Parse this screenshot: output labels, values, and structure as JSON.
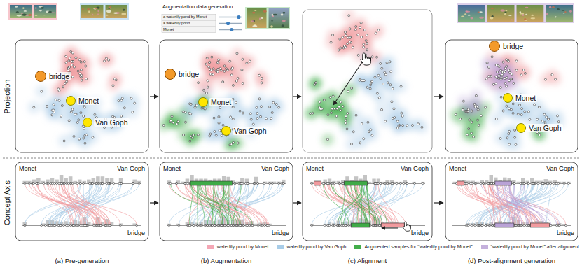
{
  "diagram": {
    "nodes": [
      {
        "text": [
          "bridge"
        ]
      },
      {
        "text": [
          "Monet"
        ]
      },
      {
        "text": [
          "Van Goph"
        ]
      },
      {
        "text": [
          "bridge"
        ]
      },
      {
        "text": [
          "Monet"
        ]
      },
      {
        "text": [
          "Van Goph"
        ]
      },
      {
        "text": [
          "bridge"
        ]
      },
      {
        "text": [
          "Monet"
        ]
      },
      {
        "text": [
          "Van Goph"
        ]
      }
    ],
    "labels": [
      "Projection",
      "Concept Axis",
      "Augmentation data generation",
      "a waterlily pond by Monet",
      "a waterlily pond",
      "Monet",
      "Monet",
      "Van Goph",
      "bridge",
      "Monet",
      "Van Goph",
      "bridge",
      "Monet",
      "Van Goph",
      "bridge",
      "Monet",
      "Van Goph",
      "bridge",
      "(a) Pre-generation",
      "(b) Augmentation",
      "(c) Alignment",
      "(d) Post-alignment generation"
    ],
    "legend": [
      {
        "text": "waterlily pond by Monet",
        "color": "#f4a7b5"
      },
      {
        "text": "waterlily pond by Van Goph",
        "color": "#a9cde8"
      },
      {
        "text": "Augmented samples for “waterlily pond by Monet”",
        "color": "#43ad4a"
      },
      {
        "text": "“waterlily pond by Monet” after alignment",
        "color": "#c4b0dc"
      }
    ]
  }
}
